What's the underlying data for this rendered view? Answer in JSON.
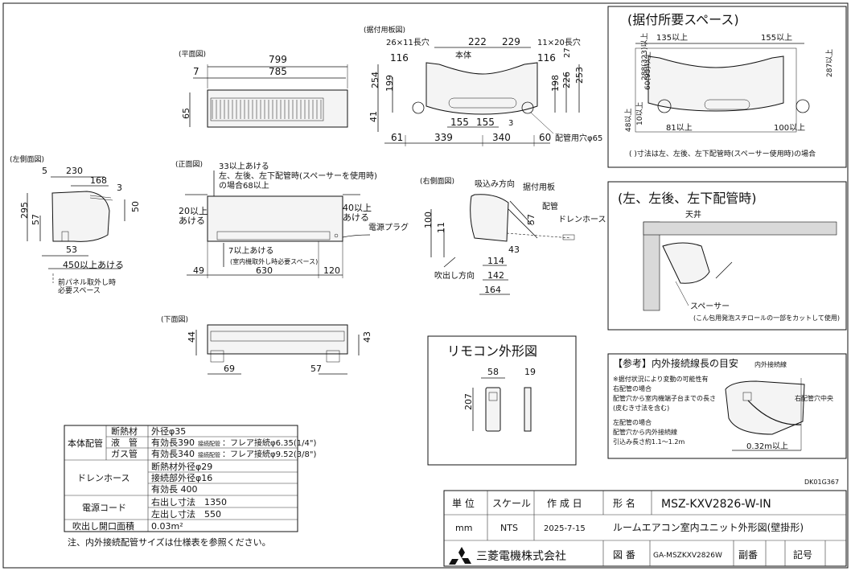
{
  "views": {
    "plan": {
      "label": "(平面図)",
      "width_total": "799",
      "width_inner": "785",
      "left_offset": "7",
      "depth": "65"
    },
    "left_side": {
      "label": "(左側面図)",
      "d5": "5",
      "d230": "230",
      "d168": "168",
      "d3": "3",
      "d50": "50",
      "h295": "295",
      "h57": "57",
      "d53": "53",
      "clear": "450以上あける",
      "note1": "前パネル取外し時",
      "note2": "必要スペース"
    },
    "front": {
      "label": "(正面図)",
      "top_note1": "33以上あける",
      "top_note2": "左、左後、左下配管時(スペーサーを使用時)",
      "top_note3": "の場合68以上",
      "left1": "20以上",
      "left2": "あける",
      "right1": "40以上",
      "right2": "あける",
      "plug": "電源プラグ",
      "bottom1": "7以上あける",
      "bottom2": "(室内機取外し時必要スペース)",
      "d49": "49",
      "d630": "630",
      "d120": "120"
    },
    "bottom": {
      "label": "(下面図)",
      "d44": "44",
      "d43": "43",
      "d69": "69",
      "d57": "57"
    },
    "plate": {
      "label": "(据付用板図)",
      "slot_left": "26×11長穴",
      "d222": "222",
      "d229": "229",
      "slot_right": "11×20長穴",
      "body": "本体",
      "d116a": "116",
      "d116b": "116",
      "d27": "27",
      "h254": "254",
      "h199": "199",
      "h198": "198",
      "h226": "226",
      "h253": "253",
      "d41": "41",
      "d155a": "155",
      "d155b": "155",
      "d3": "3",
      "d61": "61",
      "d339": "339",
      "d340": "340",
      "d60": "60",
      "hole": "配管用穴φ65"
    },
    "right_side": {
      "label": "(右側面図)",
      "suction": "吸込み方向",
      "plate": "据付用板",
      "pipe": "配管",
      "drain": "ドレンホース",
      "h100": "100",
      "h11": "11",
      "h57": "57",
      "d43": "43",
      "d114": "114",
      "d142": "142",
      "d164": "164",
      "blow": "吹出し方向"
    }
  },
  "space_panel": {
    "title": "(据付所要スペース)",
    "d135": "135以上",
    "d155": "155以上",
    "h288": "288(323)以上",
    "h60": "60(95)以上",
    "h287": "287以上",
    "h48": "48以上",
    "h10": "10以上",
    "d81": "81以上",
    "d100": "100以上",
    "note": "( )寸法は左、左後、左下配管時(スペーサー使用時)の場合"
  },
  "left_pipe_panel": {
    "title": "(左、左後、左下配管時)",
    "ceiling": "天井",
    "spacer": "スペーサー",
    "spacer_note": "(こん包用発泡スチロールの一部をカットして使用)"
  },
  "remote": {
    "title": "リモコン外形図",
    "w58": "58",
    "d19": "19",
    "h207": "207"
  },
  "reference": {
    "title": "【参考】内外接続線長の目安",
    "wire": "内外接続線",
    "note1": "※据付状況により変動の可能性有",
    "right_h": "右配管の場合",
    "right_1": "配管穴から室内機端子台までの長さ",
    "right_2": "(皮むき寸法を含む)",
    "left_h": "左配管の場合",
    "left_1": "配管穴から内外接続線",
    "left_2": "引込み長さ約1.1～1.2m",
    "center": "右配管穴中央",
    "len": "0.32m以上"
  },
  "drawing_code": "DK01G367",
  "spec_table": {
    "r1c1": "本体配管",
    "r1a": "断熱材",
    "r1a_v": "外径φ35",
    "r1b": "液　管",
    "r1b_v1": "有効長390",
    "r1b_v2": "接続配管",
    "r1b_v3": "：フレア接続φ6.35(1/4\")",
    "r1c": "ガス管",
    "r1c_v1": "有効長340",
    "r1c_v2": "接続配管",
    "r1c_v3": "：フレア接続φ9.52(3/8\")",
    "r2": "ドレンホース",
    "r2a": "断熱材外径φ29",
    "r2b": "接続部外径φ16",
    "r2c": "有効長 400",
    "r3": "電源コード",
    "r3a": "右出し寸法　1350",
    "r3b": "左出し寸法　550",
    "r4": "吹出し開口面積",
    "r4a": "0.03m²",
    "note": "注、内外接続配管サイズは仕様表を参照ください。"
  },
  "title_block": {
    "unit_h": "単 位",
    "scale_h": "スケール",
    "date_h": "作 成 日",
    "model_h": "形 名",
    "model": "MSZ-KXV2826-W-IN",
    "unit": "mm",
    "scale": "NTS",
    "date": "2025-7-15",
    "name": "ルームエアコン室内ユニット外形図(壁掛形)",
    "company": "三菱電機株式会社",
    "drawing_no_h": "図 番",
    "drawing_no": "GA-MSZKXV2826W",
    "sub_h": "副番",
    "sym_h": "記号"
  }
}
